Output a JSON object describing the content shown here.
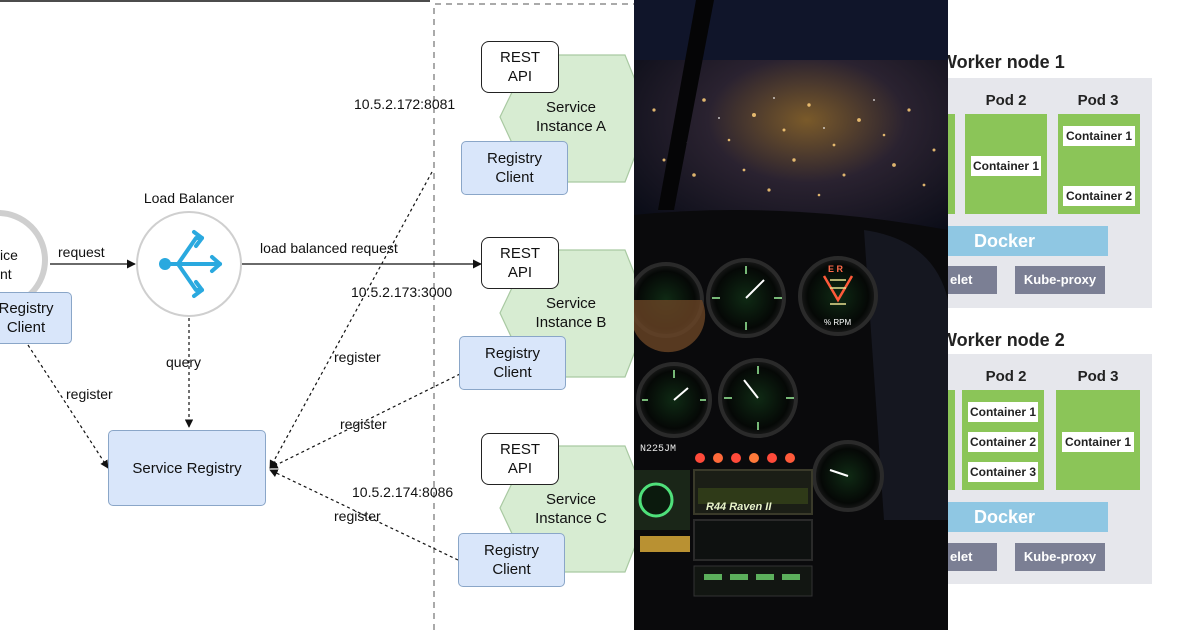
{
  "diagram": {
    "client": {
      "label_line1": "ice",
      "label_line2": "nt"
    },
    "client_registry": {
      "line1": "Registry",
      "line2": "Client"
    },
    "load_balancer_label": "Load Balancer",
    "service_registry_label": "Service Registry",
    "edges": {
      "request": "request",
      "load_balanced_request": "load balanced request",
      "query": "query",
      "register_client": "register",
      "register_a": "register",
      "register_b": "register",
      "register_c": "register"
    },
    "instances": [
      {
        "address": "10.5.2.172:8081",
        "rest_line1": "REST",
        "rest_line2": "API",
        "service_line1": "Service",
        "service_line2": "Instance A",
        "registry_line1": "Registry",
        "registry_line2": "Client"
      },
      {
        "address": "10.5.2.173:3000",
        "rest_line1": "REST",
        "rest_line2": "API",
        "service_line1": "Service",
        "service_line2": "Instance B",
        "registry_line1": "Registry",
        "registry_line2": "Client"
      },
      {
        "address": "10.5.2.174:8086",
        "rest_line1": "REST",
        "rest_line2": "API",
        "service_line1": "Service",
        "service_line2": "Instance C",
        "registry_line1": "Registry",
        "registry_line2": "Client"
      }
    ],
    "colors": {
      "registry_fill": "#d9e6fa",
      "service_fill": "#d7ecd2",
      "lb_icon": "#2aa9df"
    }
  },
  "photo": {
    "panel_code": "N225JM",
    "brand_text": "R44 Raven II",
    "gauge_er": "E R",
    "gauge_rpm": "% RPM"
  },
  "k8s": {
    "nodes": [
      {
        "title": "Worker node 1",
        "pods": [
          {
            "label": "Pod 2",
            "containers": [
              "Container 1"
            ]
          },
          {
            "label": "Pod 3",
            "containers": [
              "Container 1",
              "Container 2"
            ]
          }
        ],
        "docker": "Docker",
        "kubelet": "elet",
        "kube_proxy": "Kube-proxy"
      },
      {
        "title": "Worker node 2",
        "pods": [
          {
            "label": "Pod 2",
            "containers": [
              "Container 1",
              "Container 2",
              "Container 3"
            ]
          },
          {
            "label": "Pod 3",
            "containers": [
              "Container 1"
            ]
          }
        ],
        "docker": "Docker",
        "kubelet": "elet",
        "kube_proxy": "Kube-proxy"
      }
    ],
    "colors": {
      "pod": "#8bc558",
      "docker": "#8fc7e3",
      "service": "#7b7f94",
      "node_bg": "#e6e7ec"
    }
  }
}
